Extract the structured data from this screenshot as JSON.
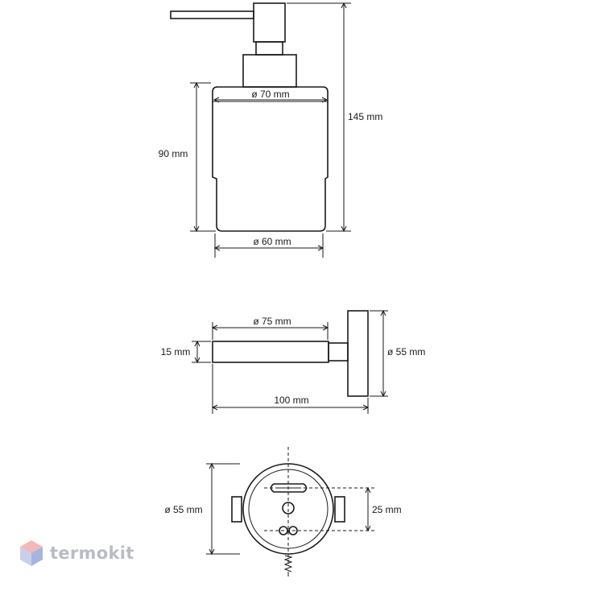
{
  "dimensions": {
    "dispenser_top_diameter": "ø 70 mm",
    "dispenser_bottom_diameter": "ø 60 mm",
    "dispenser_body_height": "90 mm",
    "dispenser_total_height": "145 mm",
    "holder_ring_diameter": "ø 75 mm",
    "holder_ring_thickness": "15 mm",
    "holder_base_diameter": "ø 55 mm",
    "holder_projection": "100 mm",
    "mount_base_diameter": "ø 55 mm",
    "mount_hole_spacing": "25 mm"
  },
  "watermark": {
    "text": "termokit",
    "colors": {
      "top": "#f3b8b8",
      "left": "#c9cfe8",
      "right": "#a9b4de"
    }
  }
}
